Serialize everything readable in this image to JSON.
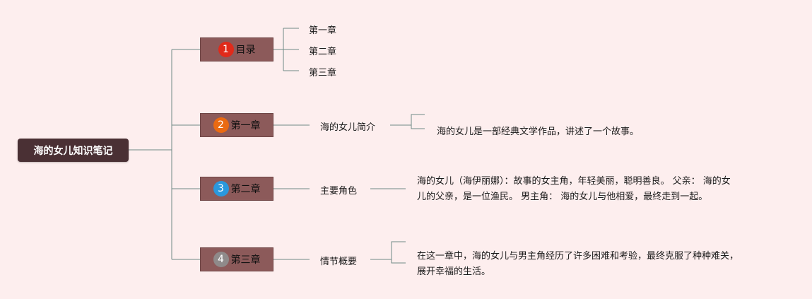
{
  "root": {
    "label": "海的女儿知识笔记"
  },
  "branches": [
    {
      "num": "1",
      "color": "#e02a1a",
      "label": "目录"
    },
    {
      "num": "2",
      "color": "#ea6a12",
      "label": "第一章"
    },
    {
      "num": "3",
      "color": "#2a98dd",
      "label": "第二章"
    },
    {
      "num": "4",
      "color": "#8f8a8a",
      "label": "第三章"
    }
  ],
  "toc": [
    "第一章",
    "第二章",
    "第三章"
  ],
  "chapter1": {
    "topic": "海的女儿简介",
    "detail": "海的女儿是一部经典文学作品，讲述了一个故事。"
  },
  "chapter2": {
    "topic": "主要角色",
    "detail_line1": "海的女儿（海伊丽娜）：故事的女主角，年轻美丽，聪明善良。 父亲： 海的女",
    "detail_line2": "儿的父亲，是一位渔民。 男主角： 海的女儿与他相爱，最终走到一起。"
  },
  "chapter3": {
    "topic": "情节概要",
    "detail_line1": "在这一章中，海的女儿与男主角经历了许多困难和考验，最终克服了种种难关，",
    "detail_line2": "展开幸福的生活。"
  }
}
